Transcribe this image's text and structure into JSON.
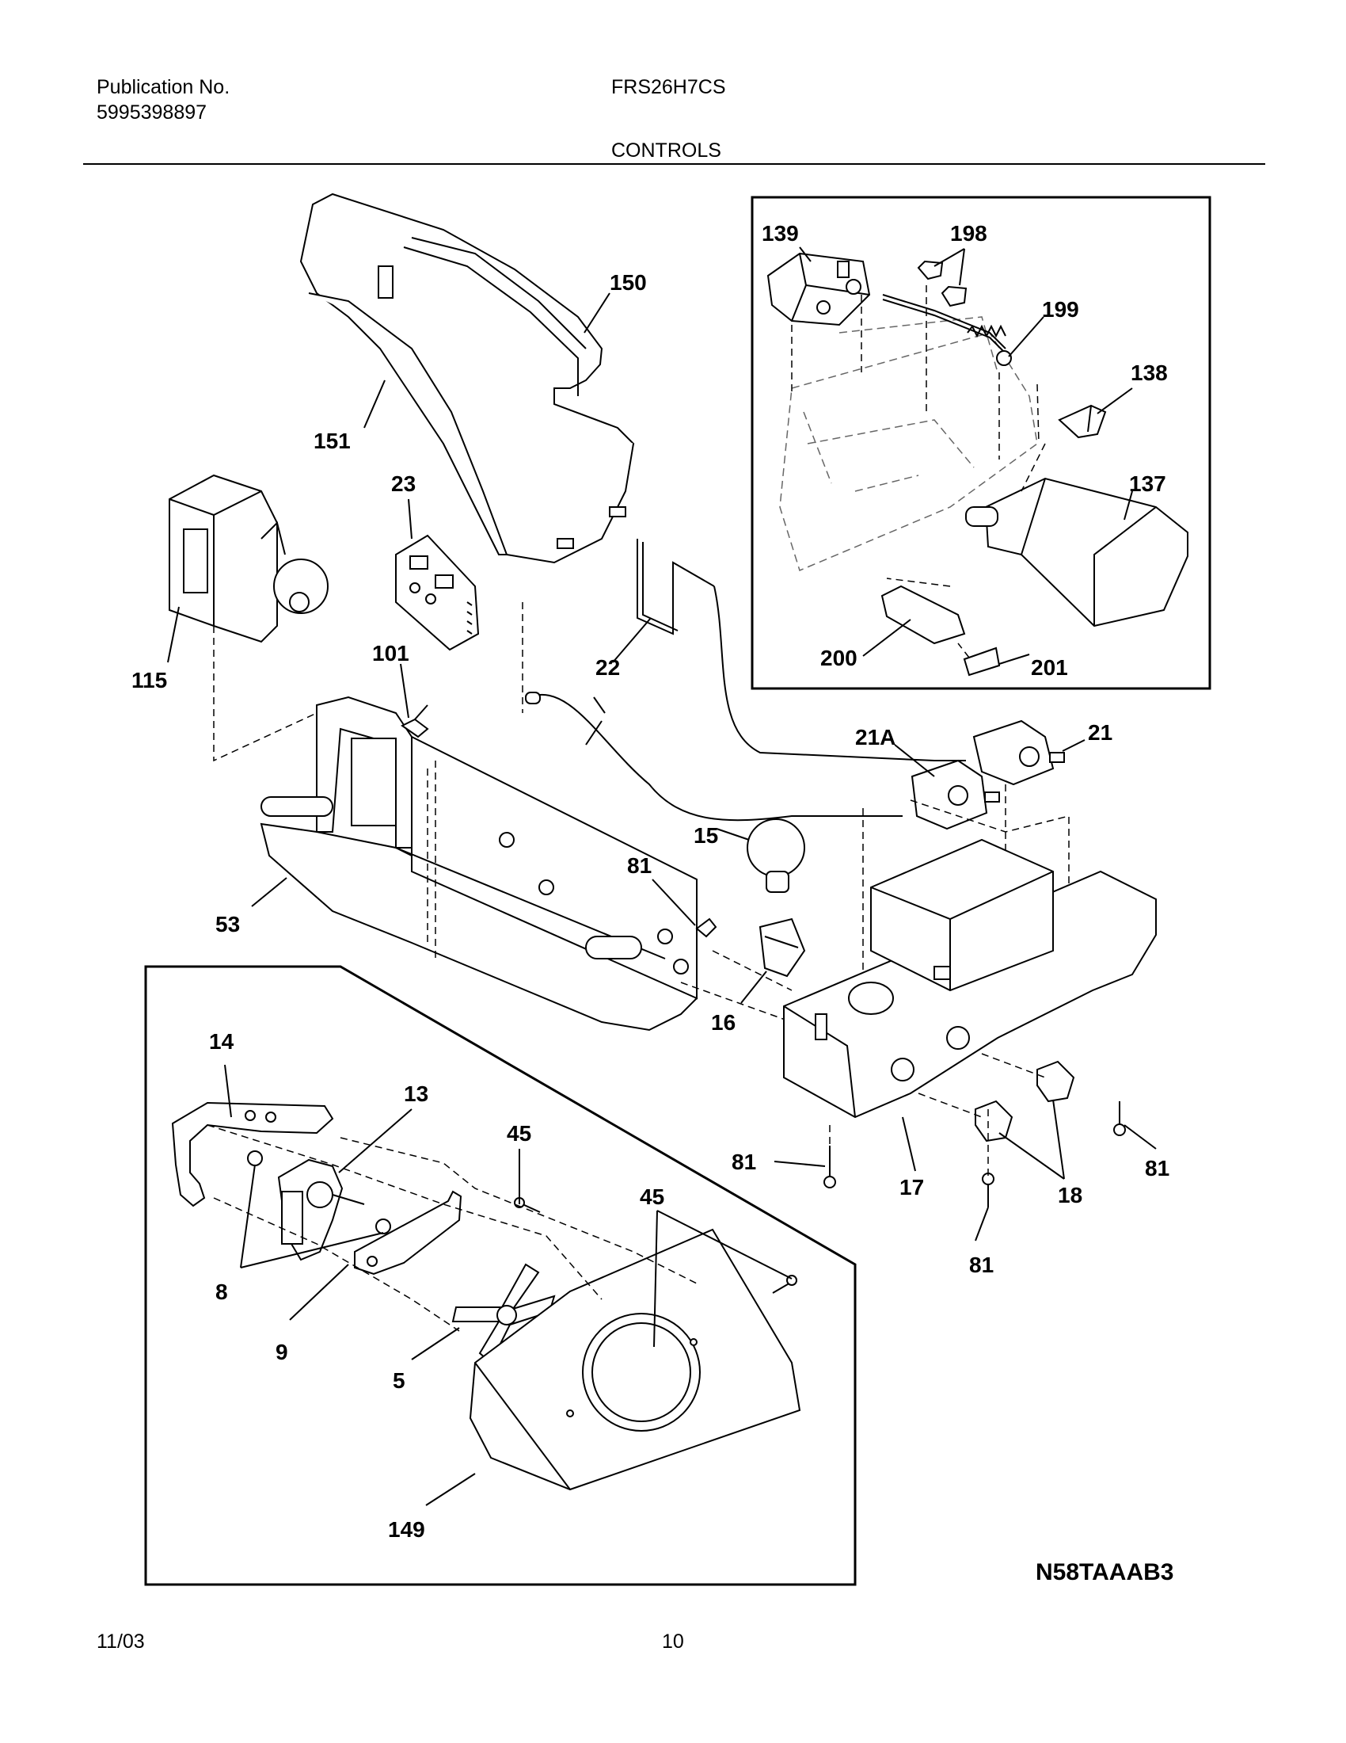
{
  "header": {
    "publication_label": "Publication No.",
    "publication_number": "5995398897",
    "model": "FRS26H7CS",
    "section_title": "CONTROLS"
  },
  "diagram": {
    "callouts": [
      "150",
      "151",
      "23",
      "115",
      "101",
      "22",
      "53",
      "81",
      "15",
      "16",
      "14",
      "13",
      "45",
      "8",
      "9",
      "5",
      "149",
      "139",
      "198",
      "199",
      "138",
      "137",
      "200",
      "201",
      "21A",
      "21",
      "17",
      "18"
    ],
    "drawing_code": "N58TAAAB3"
  },
  "footer": {
    "date": "11/03",
    "page_number": "10"
  }
}
